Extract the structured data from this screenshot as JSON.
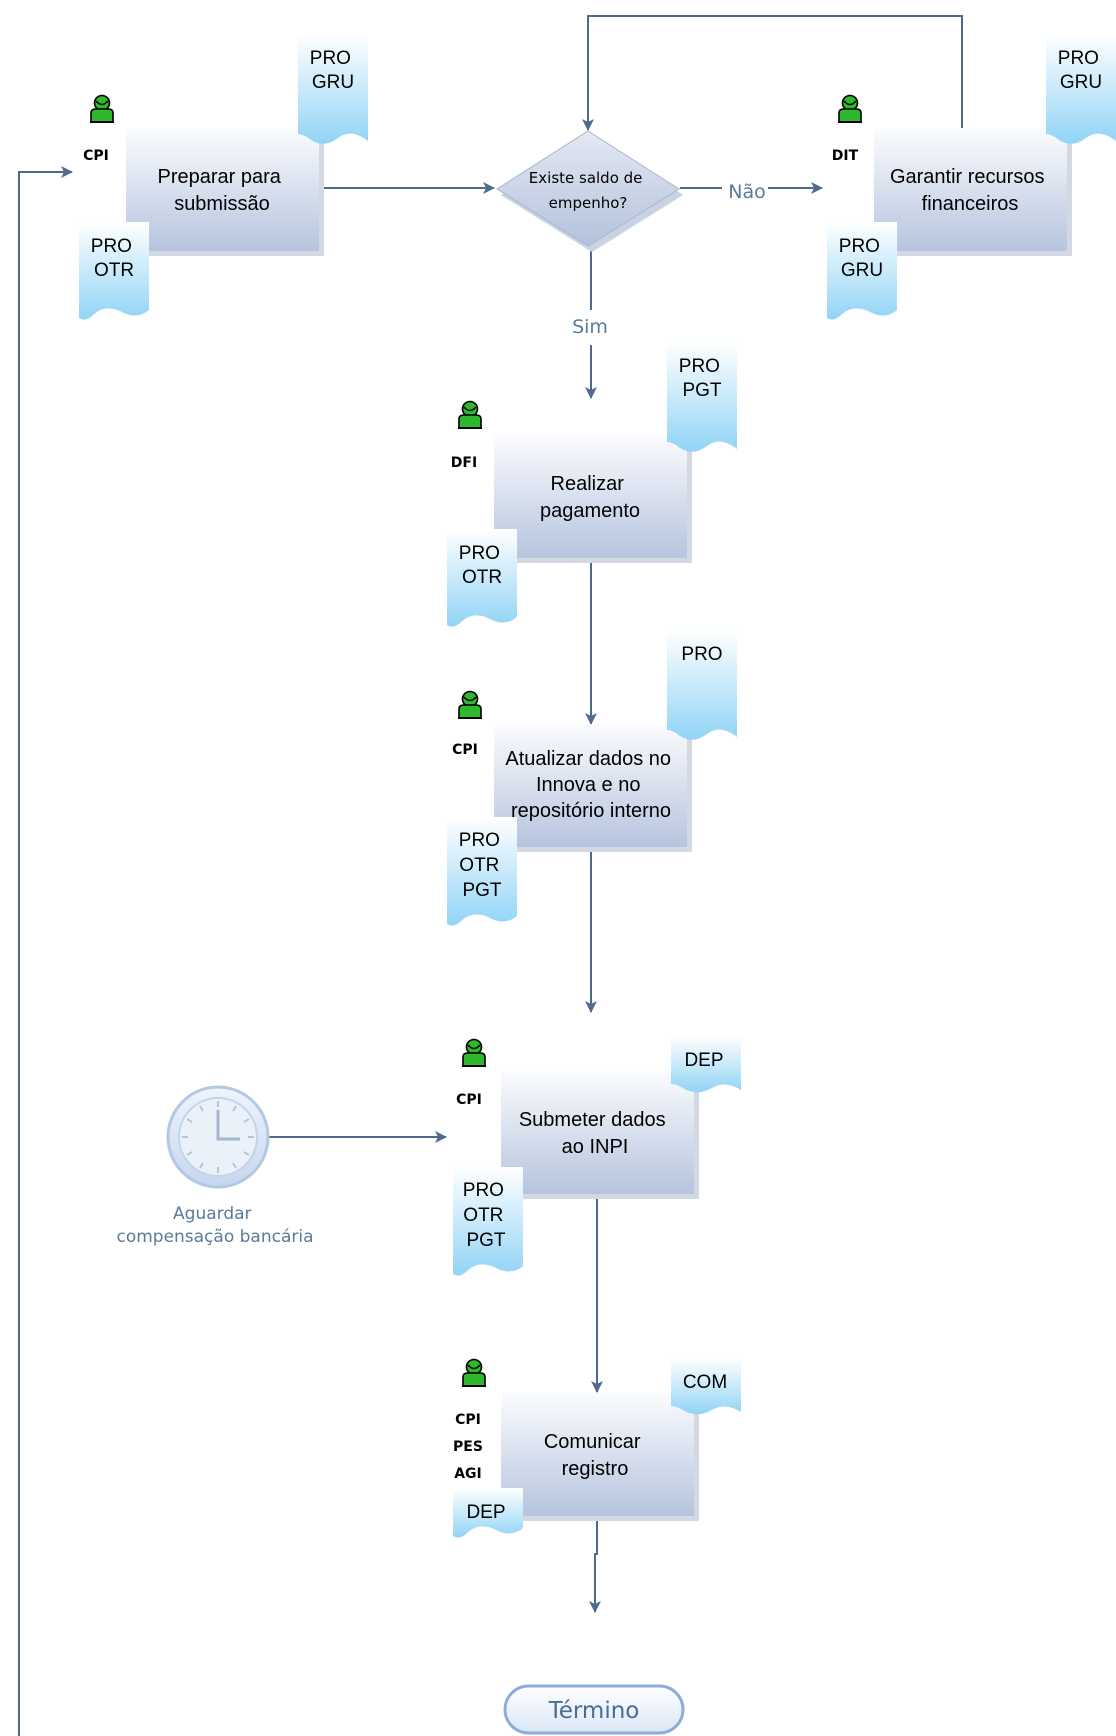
{
  "tasks": {
    "preparar": {
      "lines": [
        "Preparar para",
        "submissão"
      ]
    },
    "garantir": {
      "lines": [
        "Garantir recursos",
        "financeiros"
      ]
    },
    "realizar": {
      "lines": [
        "Realizar",
        "pagamento"
      ]
    },
    "atualizar": {
      "lines": [
        "Atualizar dados no",
        "Innova e no",
        "repositório interno"
      ]
    },
    "submeter": {
      "lines": [
        "Submeter dados",
        "ao INPI"
      ]
    },
    "comunicar": {
      "lines": [
        "Comunicar",
        "registro"
      ]
    }
  },
  "decision": {
    "lines": [
      "Existe saldo de",
      "empenho?"
    ]
  },
  "flow_labels": {
    "no": "Não",
    "yes": "Sim"
  },
  "roles": {
    "preparar": [
      "CPI"
    ],
    "garantir": [
      "DIT"
    ],
    "realizar": [
      "DFI"
    ],
    "atualizar": [
      "CPI"
    ],
    "submeter": [
      "CPI"
    ],
    "comunicar": [
      "CPI",
      "PES",
      "AGI"
    ]
  },
  "documents": {
    "preparar_out": [
      "PRO",
      "GRU"
    ],
    "preparar_in": [
      "PRO",
      "OTR"
    ],
    "garantir_out": [
      "PRO",
      "GRU"
    ],
    "garantir_in": [
      "PRO",
      "GRU"
    ],
    "realizar_out": [
      "PRO",
      "PGT"
    ],
    "realizar_in": [
      "PRO",
      "OTR"
    ],
    "atualizar_out": [
      "PRO"
    ],
    "atualizar_in": [
      "PRO",
      "OTR",
      "PGT"
    ],
    "submeter_out": [
      "DEP"
    ],
    "submeter_in": [
      "PRO",
      "OTR",
      "PGT"
    ],
    "comunicar_out": [
      "COM"
    ],
    "comunicar_in": [
      "DEP"
    ]
  },
  "timer": {
    "lines": [
      "Aguardar",
      "compensação bancária"
    ],
    "icon": "clock-icon"
  },
  "end_event": {
    "label": "Término"
  },
  "colors": {
    "edge": "#4f6a8a",
    "task_top": "#ffffff",
    "task_bottom": "#b8c6e0",
    "doc": "#a6dcf8",
    "actor": "#2db82d"
  }
}
